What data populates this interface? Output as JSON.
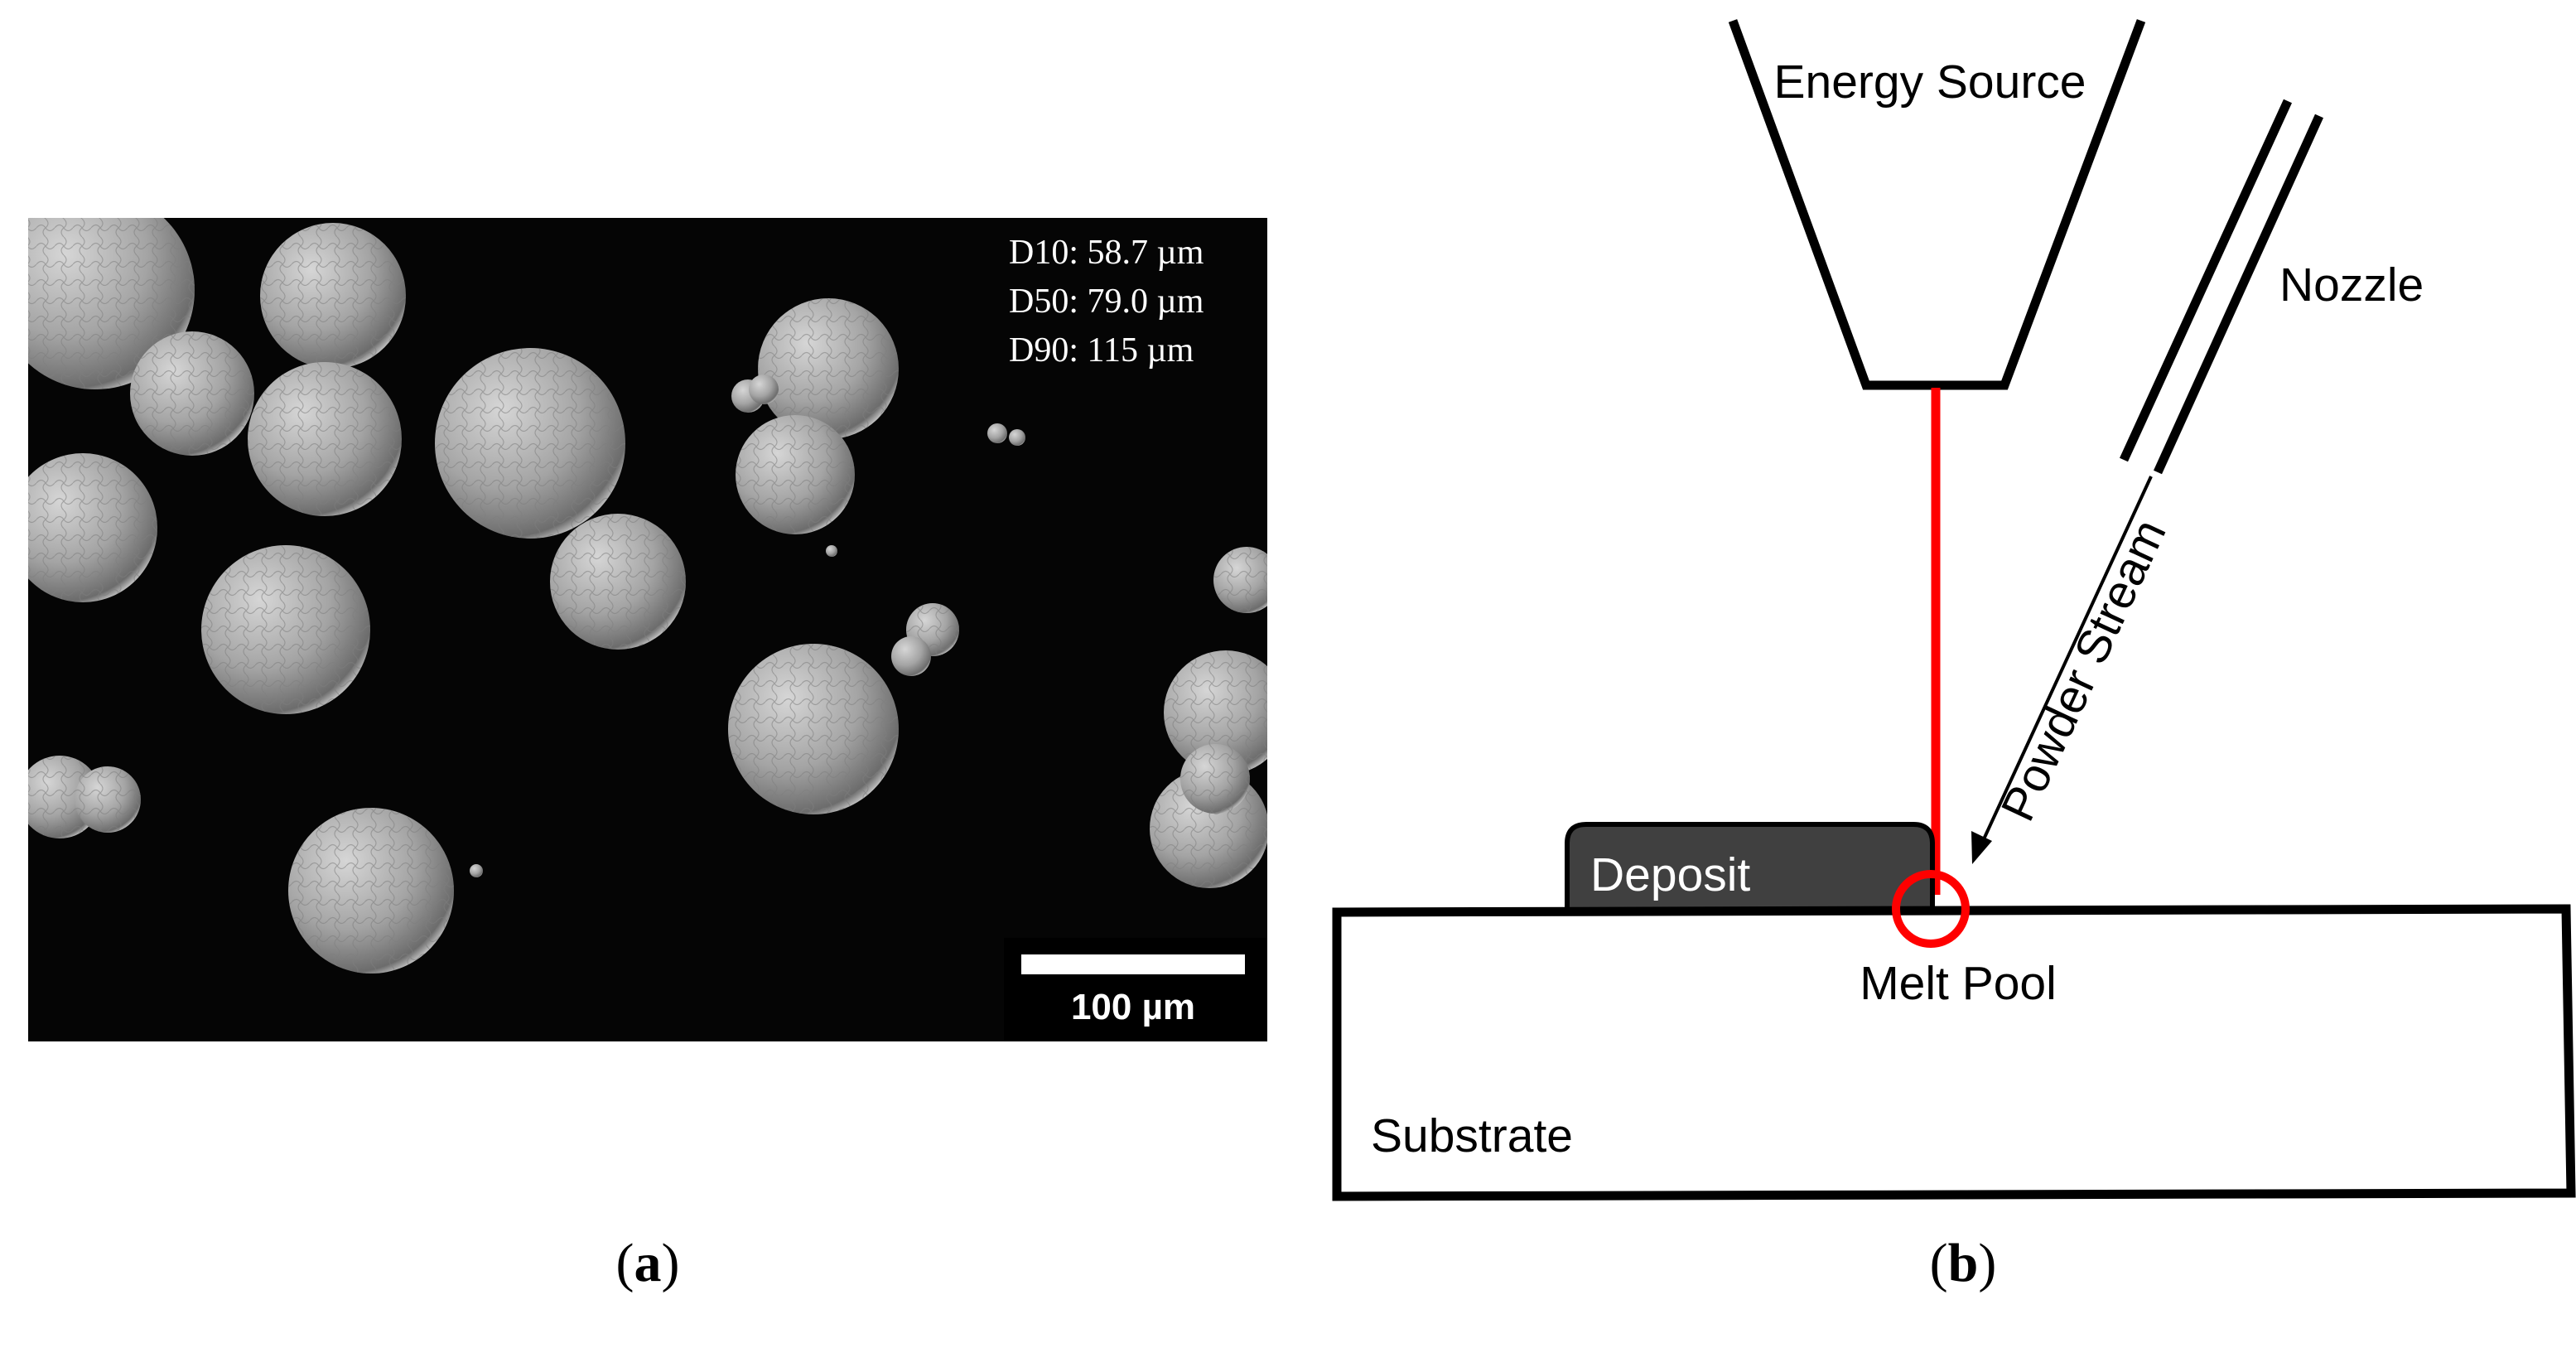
{
  "panel_a": {
    "caption_open": "(",
    "caption_letter": "a",
    "caption_close": ")",
    "stats": {
      "d10": "D10: 58.7 µm",
      "d50": "D50: 79.0 µm",
      "d90": "D90: 115 µm"
    },
    "scale_bar_label": "100 µm",
    "colors": {
      "background": "#050505",
      "particle": "#a9a9a9",
      "text": "#ffffff"
    }
  },
  "panel_b": {
    "caption_open": "(",
    "caption_letter": "b",
    "caption_close": ")",
    "labels": {
      "energy_source": "Energy Source",
      "nozzle": "Nozzle",
      "powder_stream": "Powder Stream",
      "deposit": "Deposit",
      "melt_pool": "Melt Pool",
      "substrate": "Substrate"
    },
    "colors": {
      "beam": "#ff0000",
      "deposit": "#404040",
      "outline": "#000000"
    }
  }
}
